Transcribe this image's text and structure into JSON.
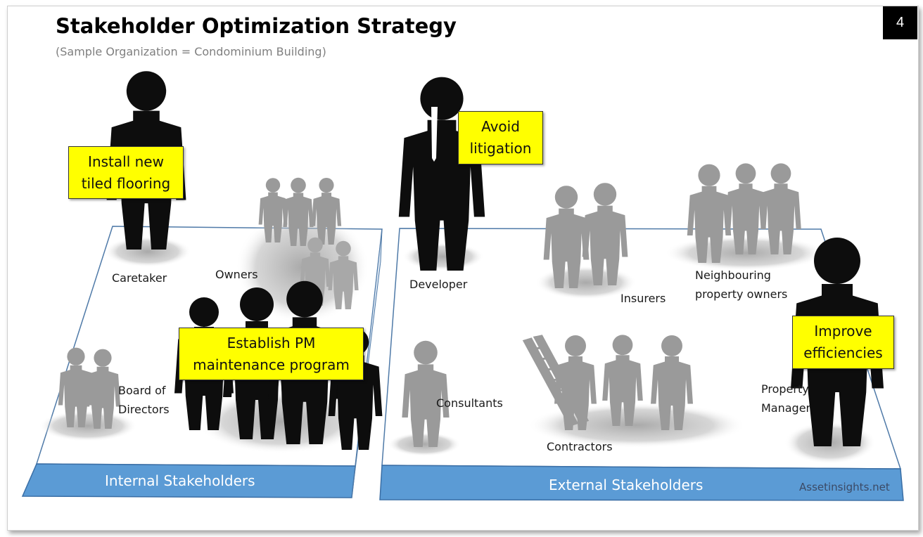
{
  "title": "Stakeholder Optimization Strategy",
  "subtitle": "(Sample Organization = Condominium Building)",
  "page_number": "4",
  "bands": {
    "internal": "Internal Stakeholders",
    "external": "External Stakeholders"
  },
  "stakeholders": {
    "caretaker": "Caretaker",
    "owners": "Owners",
    "board_line1": "Board of",
    "board_line2": "Directors",
    "developer": "Developer",
    "insurers": "Insurers",
    "neighbours_line1": "Neighbouring",
    "neighbours_line2": "property owners",
    "consultants": "Consultants",
    "contractors": "Contractors",
    "pm_line1": "Property",
    "pm_line2": "Manager"
  },
  "callouts": {
    "flooring_line1": "Install new",
    "flooring_line2": "tiled flooring",
    "litigation_line1": "Avoid",
    "litigation_line2": "litigation",
    "pm_program_line1": "Establish PM",
    "pm_program_line2": "maintenance program",
    "efficiencies_line1": "Improve",
    "efficiencies_line2": "efficiencies"
  },
  "watermark": "Assetinsights.net",
  "colors": {
    "band": "#5b9bd5",
    "band_border": "#3a6ea5",
    "platform_border": "#4f7aa8",
    "callout": "#ffff00",
    "black_figure": "#0d0d0d",
    "gray_figure": "#9a9a9a"
  }
}
